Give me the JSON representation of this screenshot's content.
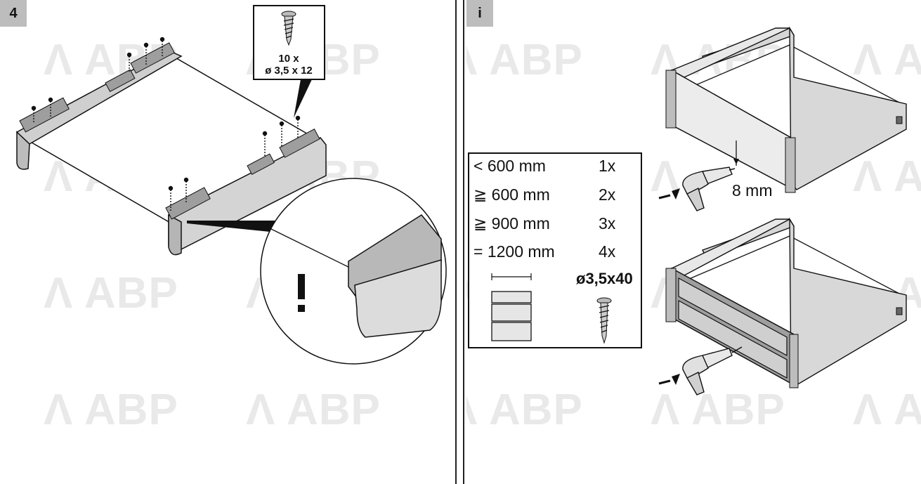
{
  "watermark": {
    "text": "ABP",
    "logo_glyph": "Λ",
    "color": "#e9e9e9"
  },
  "left_panel": {
    "step_label": "4",
    "screw_callout": {
      "line1": "10 x",
      "line2": "ø 3,5 x 12",
      "icon": "screw-icon"
    },
    "warning_mark": "!"
  },
  "right_panel": {
    "step_label": "i",
    "table": {
      "rows": [
        {
          "condition": "< 600 mm",
          "count": "1x"
        },
        {
          "condition": "≧ 600 mm",
          "count": "2x"
        },
        {
          "condition": "≧ 900 mm",
          "count": "3x"
        },
        {
          "condition": "= 1200 mm",
          "count": "4x"
        }
      ],
      "screw_spec": "ø3,5x40",
      "icons": [
        "drawer-front-icon",
        "screw-icon"
      ]
    },
    "dimension_label": "8 mm",
    "icons": [
      "drill-icon",
      "drawer-icon"
    ]
  },
  "colors": {
    "badge": "#bdbdbd",
    "line": "#111111",
    "metal": "#d8d8d8"
  }
}
